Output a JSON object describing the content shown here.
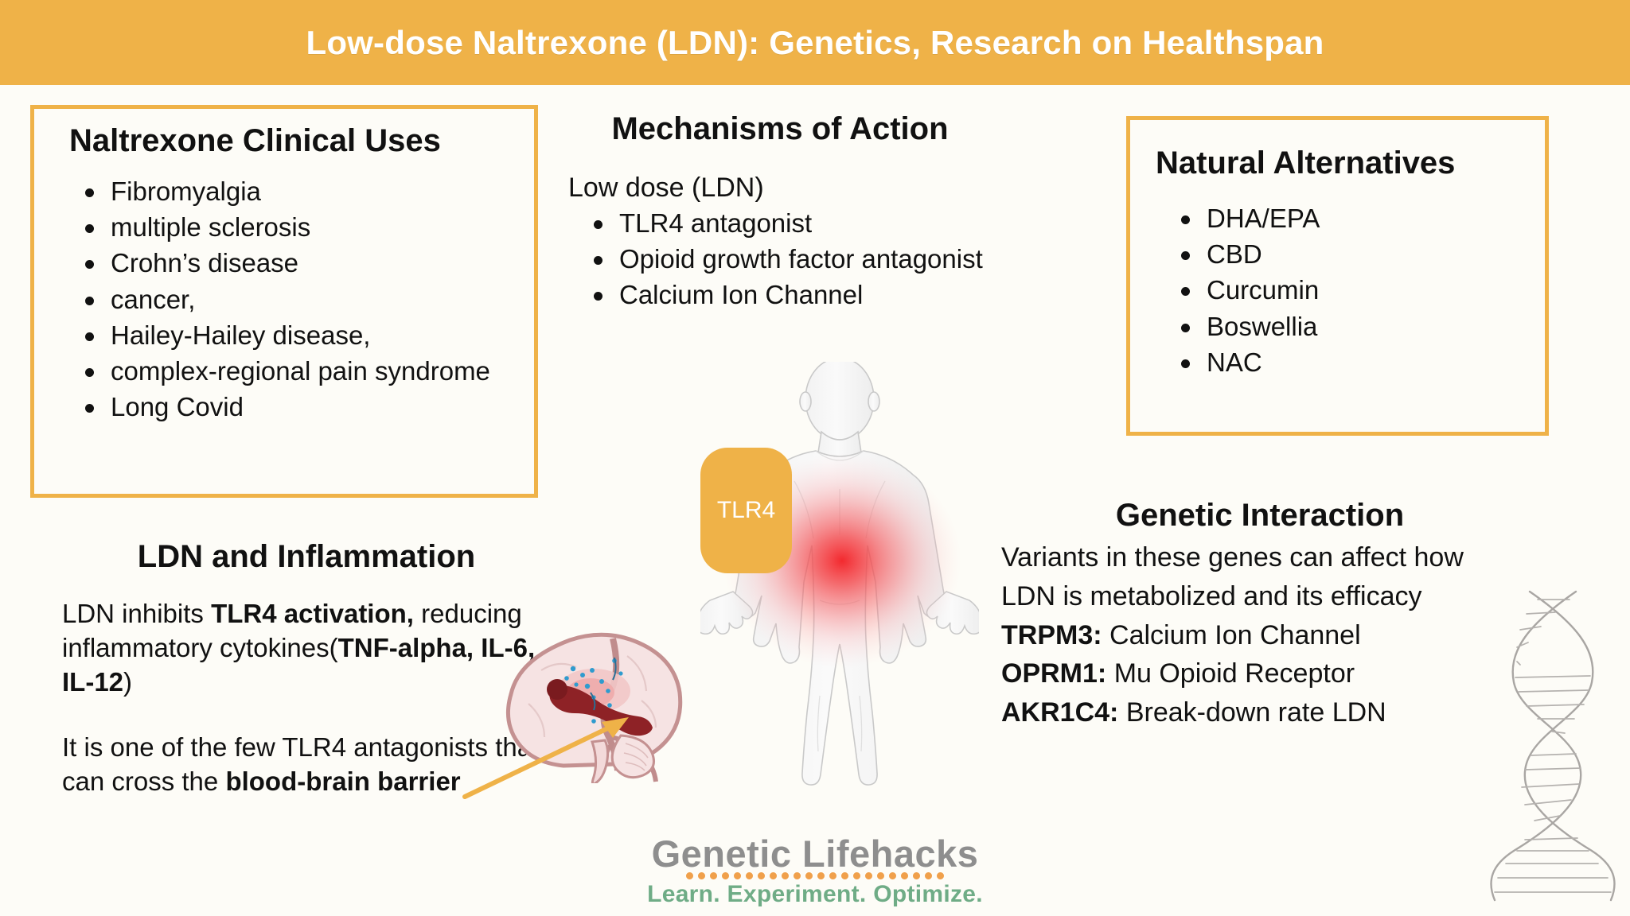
{
  "header": {
    "title": "Low-dose Naltrexone (LDN): Genetics, Research on Healthspan",
    "bg_color": "#EFB248",
    "text_color": "#FFFFFF"
  },
  "theme": {
    "page_bg": "#FDFCF7",
    "accent_orange": "#EFB248",
    "logo_gray": "#8E8E8E",
    "logo_green": "#6FAC86",
    "logo_dot_orange": "#F0A04B",
    "inflammation_red": "#F3292E"
  },
  "clinical_uses": {
    "title": "Naltrexone Clinical Uses",
    "items": [
      "Fibromyalgia",
      "multiple sclerosis",
      "Crohn’s disease",
      "cancer,",
      "Hailey-Hailey disease,",
      "complex-regional pain syndrome",
      "Long Covid"
    ]
  },
  "mechanisms": {
    "title": "Mechanisms of Action",
    "lead": "Low dose (LDN)",
    "items": [
      "TLR4 antagonist",
      "Opioid growth factor antagonist",
      "Calcium Ion Channel"
    ]
  },
  "natural_alternatives": {
    "title": "Natural Alternatives",
    "items": [
      "DHA/EPA",
      "CBD",
      "Curcumin",
      "Boswellia",
      "NAC"
    ]
  },
  "inflammation": {
    "title": "LDN and Inflammation",
    "para1_prefix": "LDN inhibits ",
    "para1_bold1": "TLR4 activation,",
    "para1_mid": "reducing inflammatory cytokines",
    "para1_open": "(",
    "para1_bold2": "TNF-alpha, IL-6, IL-12",
    "para1_close": ")",
    "para2_prefix": "It is one of the few TLR4 antagonists that can cross the ",
    "para2_bold": "blood-brain barrier"
  },
  "genetics": {
    "title": "Genetic Interaction",
    "intro_line1": "Variants in these genes can affect how",
    "intro_line2": "LDN is metabolized and its efficacy",
    "genes": [
      {
        "name": "TRPM3:",
        "desc": "Calcium Ion Channel"
      },
      {
        "name": "OPRM1:",
        "desc": "Mu Opioid Receptor"
      },
      {
        "name": "AKR1C4:",
        "desc": "Break-down rate LDN"
      }
    ]
  },
  "diagram": {
    "tlr4_badge_label": "TLR4"
  },
  "logo": {
    "main": "Genetic Lifehacks",
    "tagline": "Learn. Experiment. Optimize."
  }
}
